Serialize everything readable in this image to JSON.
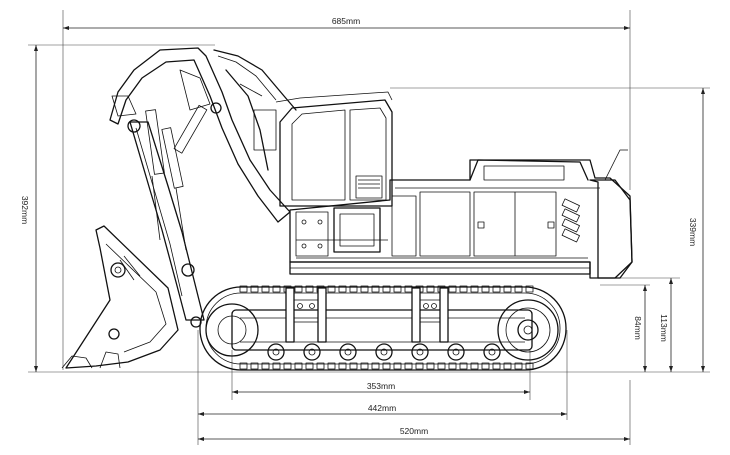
{
  "dimensions": {
    "overall_length": "685mm",
    "overall_height": "392mm",
    "cab_height": "339mm",
    "track_height": "113mm",
    "ground_clearance": "84mm",
    "wheelbase": "353mm",
    "track_length": "442mm",
    "undercarriage_length": "520mm"
  },
  "colors": {
    "ink": "#111111",
    "background": "#ffffff"
  },
  "subject": "excavator-side-elevation"
}
